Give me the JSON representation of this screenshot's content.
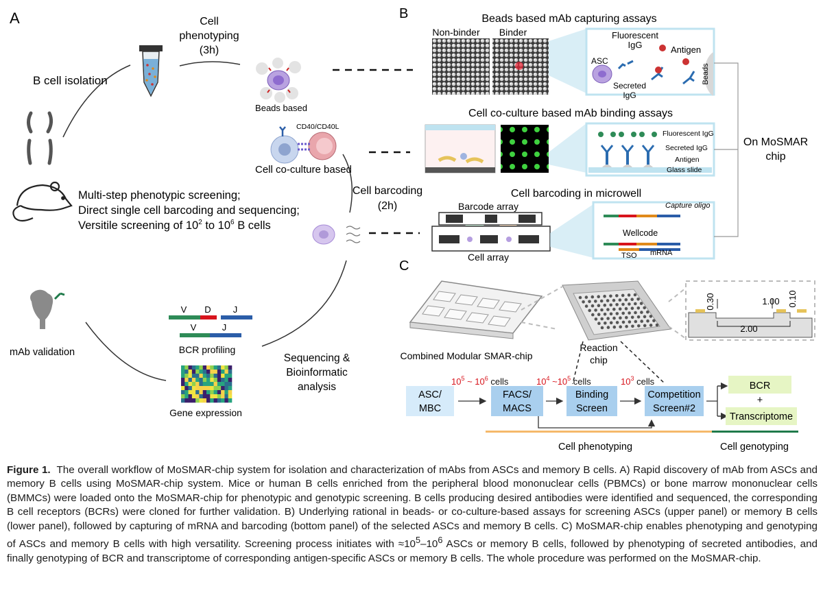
{
  "panel_a": {
    "letter": "A",
    "cell_phenotyping": [
      "Cell",
      "phenotyping",
      "(3h)"
    ],
    "b_cell_isolation": "B cell isolation",
    "beads_based": "Beads based",
    "cd40_label": "CD40/CD40L",
    "cell_coculture_based": "Cell co-culture based",
    "cell_barcoding": [
      "Cell barcoding",
      "(2h)"
    ],
    "features": [
      "Multi-step phenotypic screening;",
      "Direct single cell barcoding and sequencing;",
      "Versitile screening of 10",
      "2",
      " to 10",
      "6",
      " B cells"
    ],
    "mab_validation": "mAb validation",
    "vdj_top": [
      "V",
      "D",
      "J"
    ],
    "vdj_bottom": [
      "V",
      "J"
    ],
    "bcr_profiling": "BCR profiling",
    "gene_expression": "Gene expression",
    "sequencing": [
      "Sequencing &",
      "Bioinformatic",
      "analysis"
    ]
  },
  "panel_b": {
    "letter": "B",
    "beads_title": "Beads based mAb capturing assays",
    "non_binder": "Non-binder",
    "binder": "Binder",
    "fluorescent_igg": [
      "Fluorescent",
      "IgG"
    ],
    "antigen": "Antigen",
    "asc": "ASC",
    "secreted_igg": [
      "Secreted",
      "IgG"
    ],
    "beads": "Beads",
    "coculture_title": "Cell co-culture based mAb binding assays",
    "coculture_labels": [
      "Fluorescent IgG",
      "Secreted IgG",
      "Antigen",
      "Glass slide"
    ],
    "barcoding_title": "Cell barcoding in microwell",
    "barcode_array": "Barcode array",
    "cell_array": "Cell array",
    "capture_oligo": "Capture oligo",
    "wellcode": "Wellcode",
    "tso": "TSO",
    "mrna": "mRNA",
    "on_mosmar": [
      "On MoSMAR",
      "chip"
    ]
  },
  "panel_c": {
    "letter": "C",
    "combined_chip": "Combined Modular SMAR-chip",
    "reaction_chip": [
      "Reaction",
      "chip"
    ],
    "dims": [
      "0.30",
      "1.00",
      "0.10",
      "2.00"
    ],
    "counts": [
      {
        "parts": [
          "10",
          "5",
          " ~ 10",
          "6"
        ],
        "unit": " cells"
      },
      {
        "parts": [
          "10",
          "4",
          " ~10",
          "5"
        ],
        "unit": " cells"
      },
      {
        "parts": [
          "10",
          "3"
        ],
        "unit": " cells"
      }
    ],
    "steps": [
      [
        "ASC/",
        "MBC"
      ],
      [
        "FACS/",
        "MACS"
      ],
      [
        "Binding",
        "Screen"
      ],
      [
        "Competition",
        "Screen#2"
      ]
    ],
    "outputs": [
      "BCR",
      "+",
      "Transcriptome"
    ],
    "cell_phenotyping": "Cell phenotyping",
    "cell_genotyping": "Cell genotyping",
    "colors": {
      "step": "#a9cfee",
      "output": "#e6f5c4",
      "phenotype_bar": "#f5b96a",
      "genotype_bar": "#1f7a4a",
      "count_red": "#d8141c"
    }
  },
  "caption": {
    "label": "Figure 1.",
    "text": "The overall workflow of MoSMAR-chip system for isolation and characterization of mAbs from ASCs and memory B cells. A) Rapid discovery of mAb from ASCs and memory B cells using MoSMAR-chip system. Mice or human B cells enriched from the peripheral blood mononuclear cells (PBMCs) or bone marrow mononuclear cells (BMMCs) were loaded onto the MoSMAR-chip for phenotypic and genotypic screening. B cells producing desired antibodies were identified and sequenced, the corresponding B cell receptors (BCRs) were cloned for further validation. B) Underlying rational in beads- or co-culture-based assays for screening ASCs (upper panel) or memory B cells (lower panel), followed by capturing of mRNA and barcoding (bottom panel) of the selected ASCs and memory B cells. C) MoSMAR-chip enables phenotyping and genotyping of ASCs and memory B cells with high versatility. Screening process initiates with ",
    "approx": "≈10",
    "exp1": "5",
    "dash": "–10",
    "exp2": "6",
    "text_end": " ASCs or memory B cells, followed by phenotyping of secreted antibodies, and finally genotyping of BCR and transcriptome of corresponding antigen-specific ASCs or memory B cells. The whole procedure was performed on the MoSMAR-chip."
  }
}
